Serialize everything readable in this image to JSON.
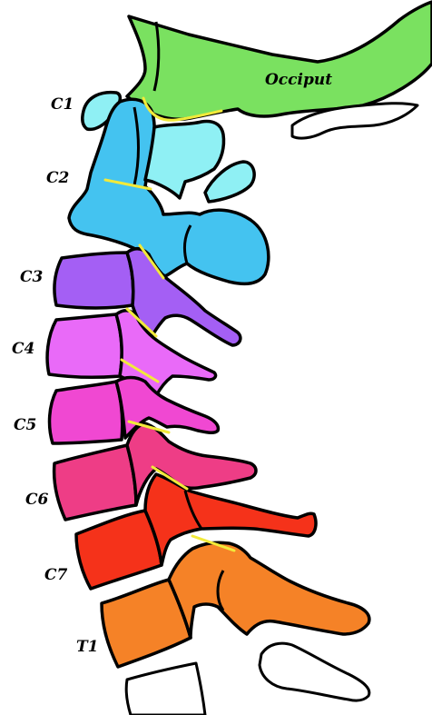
{
  "labels": {
    "occiput": "Occiput",
    "c1": "C1",
    "c2": "C2",
    "c3": "C3",
    "c4": "C4",
    "c5": "C5",
    "c6": "C6",
    "c7": "C7",
    "t1": "T1"
  },
  "colors": {
    "occiput": "#7ae160",
    "c1": "#8ff0f4",
    "c2": "#44c3f0",
    "c3": "#a45ff4",
    "c4": "#e96af8",
    "c5": "#f048d2",
    "c6": "#ee3d86",
    "c7": "#f5321a",
    "t1": "#f58227",
    "joint": "#f2ea3a"
  }
}
